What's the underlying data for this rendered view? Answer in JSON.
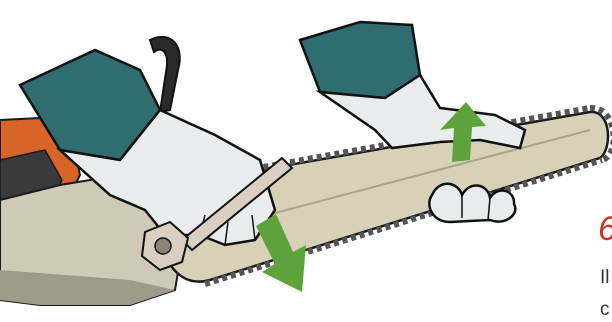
{
  "illustration": {
    "subject": "chainsaw-chain-tensioning",
    "icons": [
      "chainsaw-icon",
      "gloved-hand-icon",
      "wrench-icon",
      "arrow-down-icon",
      "arrow-up-icon"
    ]
  },
  "step": {
    "number": "6",
    "text_line_1": "Il",
    "text_line_2": "c"
  },
  "colors": {
    "step_number": "#c8332a",
    "arrow": "#5da23a",
    "cuff": "#2f6d72",
    "glove": "#e9ecec",
    "bar": "#d7d1b8",
    "engine_orange": "#d9642a",
    "chain": "#555555",
    "outline": "#1a1a1a"
  }
}
